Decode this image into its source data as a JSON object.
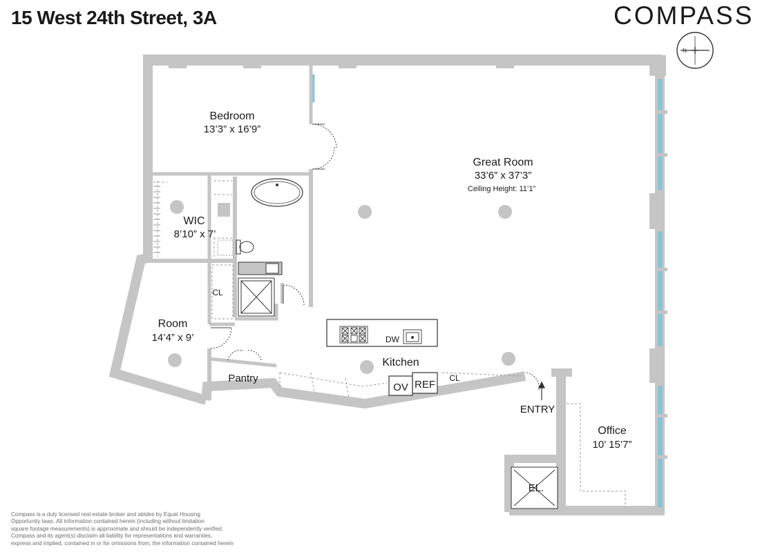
{
  "header": {
    "address": "15 West 24th Street, 3A",
    "brand": "COMPASS"
  },
  "rooms": {
    "bedroom": {
      "name": "Bedroom",
      "dims": "13’3” x 16’9”"
    },
    "great_room": {
      "name": "Great Room",
      "dims": "33’6” x 37’3”",
      "note": "Ceiling Height: 11’1”"
    },
    "wic": {
      "name": "WIC",
      "dims": "8’10” x 7’"
    },
    "room": {
      "name": "Room",
      "dims": "14’4” x 9’"
    },
    "office": {
      "name": "Office",
      "dims": "10’ 15’7”"
    },
    "kitchen": {
      "name": "Kitchen"
    },
    "pantry": {
      "name": "Pantry"
    }
  },
  "labels": {
    "cl_hall": "CL",
    "cl_kitchen": "CL",
    "entry": "ENTRY",
    "elevator": "EL.",
    "dishwasher": "DW",
    "oven": "OV",
    "refrigerator": "REF",
    "compass_north": "N"
  },
  "disclaimer": [
    "Compass is a duly licensed real estate broker and abides by Equal Housing",
    "Opportunity laws.  All information contained herein (including without limitation",
    "square footage measurements) is approximate and should be independently verified.",
    "Compass and its agent(s) disclaim all liability for representations and warranties,",
    "express and implied, contained in or for omissions from, the information contained herein"
  ],
  "colors": {
    "wall": "#c5c5c5",
    "window": "#7ec8e0",
    "text": "#1a1a1a",
    "dashed": "#9a9a9a"
  }
}
